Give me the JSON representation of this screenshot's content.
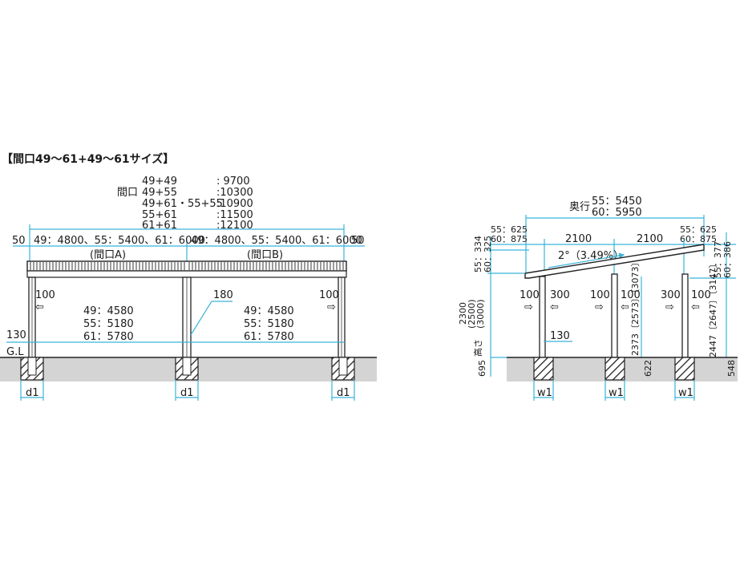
{
  "title": "【間口49～61+49～61サイズ】",
  "colors": {
    "dimension_line": "#39b3d9",
    "ground": "#d4d4d4",
    "line": "#222222"
  },
  "front_view": {
    "width_table": {
      "label": "間口",
      "rows": [
        {
          "size": "49+49",
          "value": ":  9700"
        },
        {
          "size": "49+55",
          "value": ":10300"
        },
        {
          "size": "49+61・55+55",
          "value": ":10900"
        },
        {
          "size": "55+61",
          "value": ":11500"
        },
        {
          "size": "61+61",
          "value": ":12100"
        }
      ]
    },
    "side_overhang_left": "50",
    "side_overhang_right": "50",
    "bay_a_span": "49：4800、55：5400、61：6000",
    "bay_b_span": "49：4800、55：5400、61：6000",
    "bay_a_label": "(間口A)",
    "bay_b_label": "(間口B)",
    "left_post_label": "100",
    "right_post_label": "100",
    "center_post_label": "180",
    "clear_widths_a": [
      "49：4580",
      "55：5180",
      "61：5780"
    ],
    "clear_widths_b": [
      "49：4580",
      "55：5180",
      "61：5780"
    ],
    "base_height": "130",
    "ground_label": "G.L",
    "footing_labels": [
      "d1",
      "d1",
      "d1"
    ]
  },
  "side_view": {
    "depth_label": "奥行",
    "depth_values": [
      "55：5450",
      "60：5950"
    ],
    "front_overhang": [
      "55：625",
      "60：875"
    ],
    "rear_overhang": [
      "55：625",
      "60：875"
    ],
    "spans": [
      "2100",
      "2100"
    ],
    "slope": "2°（3.49%）",
    "front_height_diff": [
      "55：334",
      "60：325"
    ],
    "rear_height_diff": [
      "55：377",
      "60：386"
    ],
    "height_label": "高さ",
    "heights": [
      "2300",
      "(2500)",
      "(3000)"
    ],
    "front_post_labels": [
      "100",
      "300"
    ],
    "middle_post_labels": [
      "100",
      "100"
    ],
    "rear_post_labels": [
      "300",
      "100"
    ],
    "front_base": "130",
    "mid_post_height": "2373〔2573〕〔3073〕",
    "rear_post_height": "2447〔2647〕〔3147〕",
    "footing_depth_front": "695",
    "footing_depth_mid": "622",
    "footing_depth_rear": "548",
    "footing_labels": [
      "w1",
      "w1",
      "w1"
    ]
  }
}
